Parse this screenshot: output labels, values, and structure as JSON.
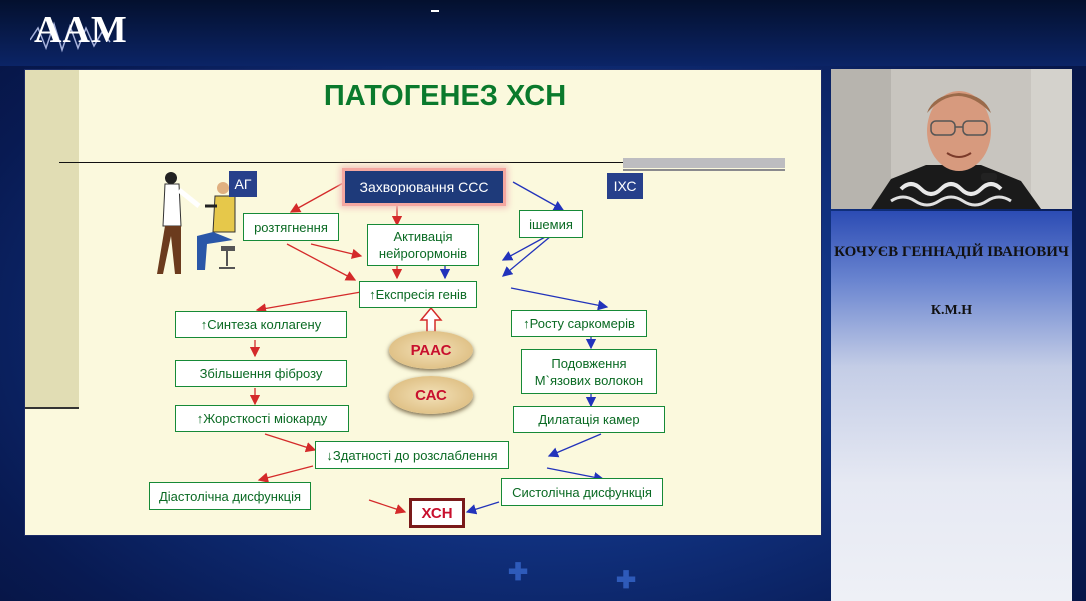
{
  "header": {
    "logo_text": "AAM"
  },
  "slide": {
    "title": "ПАТОГЕНЕЗ ХСН",
    "tags": {
      "ag": "АГ",
      "ihs": "ІХС"
    },
    "nodes": {
      "main": "Захворювання ССС",
      "stretch": "розтягнення",
      "ischemia": "ішемия",
      "activation": "Активація нейрогормонів",
      "gene_expression": "↑Експресія генів",
      "collagen": "↑Синтеза коллагену",
      "fibrosis": "Збільшення фіброзу",
      "stiffness": "↑Жорсткості міокарду",
      "sarcomere": "↑Росту саркомерів",
      "fiber_length": "Подовження М`язових волокон",
      "dilatation": "Дилатація камер",
      "relaxation": "↓Здатності до розслаблення",
      "diastolic": "Діастолічна дисфункція",
      "systolic": "Систолічна дисфункція",
      "raas": "РААС",
      "sas": "САС",
      "hsn": "ХСН"
    }
  },
  "presenter": {
    "name": "КОЧУЄВ ГЕННАДІЙ ІВАНОВИЧ",
    "degree": "К.М.Н"
  },
  "colors": {
    "accent_green": "#0a7a2c",
    "arrow_red": "#d42a2a",
    "arrow_blue": "#2233bb"
  }
}
